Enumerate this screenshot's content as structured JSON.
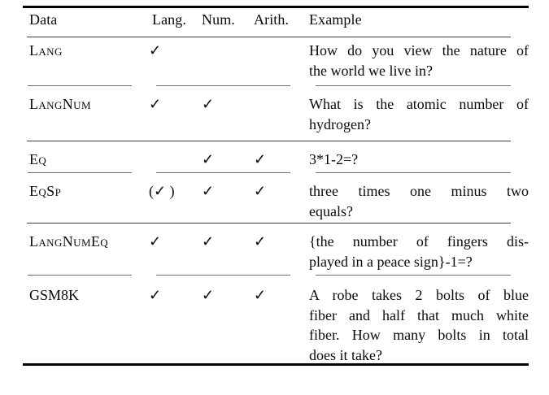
{
  "figure": {
    "headers": {
      "data": "Data",
      "lang": "Lang.",
      "num": "Num.",
      "arith": "Arith.",
      "example": "Example"
    },
    "check_symbol": "✓",
    "rows": [
      {
        "name": "Lang",
        "lang": "✓",
        "num": "",
        "arith": "",
        "example": [
          "How do you view the nature of",
          "the world we live in?"
        ]
      },
      {
        "name": "LangNum",
        "lang": "✓",
        "num": "✓",
        "arith": "",
        "example": [
          "What is the atomic number of",
          "hydrogen?"
        ]
      },
      {
        "name": "Eq",
        "lang": "",
        "num": "✓",
        "arith": "✓",
        "example": [
          "3*1-2=?"
        ]
      },
      {
        "name": "EqSp",
        "lang": "(✓ )",
        "num": "✓",
        "arith": "✓",
        "example": [
          "three times one minus two",
          "equals?"
        ]
      },
      {
        "name": "LangNumEq",
        "lang": "✓",
        "num": "✓",
        "arith": "✓",
        "example": [
          "{the number of fingers dis-",
          "played in a peace sign}-1=?"
        ]
      },
      {
        "name": "GSM8K",
        "lang": "✓",
        "num": "✓",
        "arith": "✓",
        "example": [
          "A robe takes 2 bolts of blue",
          "fiber and half that much white",
          "fiber. How many bolts in total",
          "does it take?"
        ]
      }
    ]
  }
}
